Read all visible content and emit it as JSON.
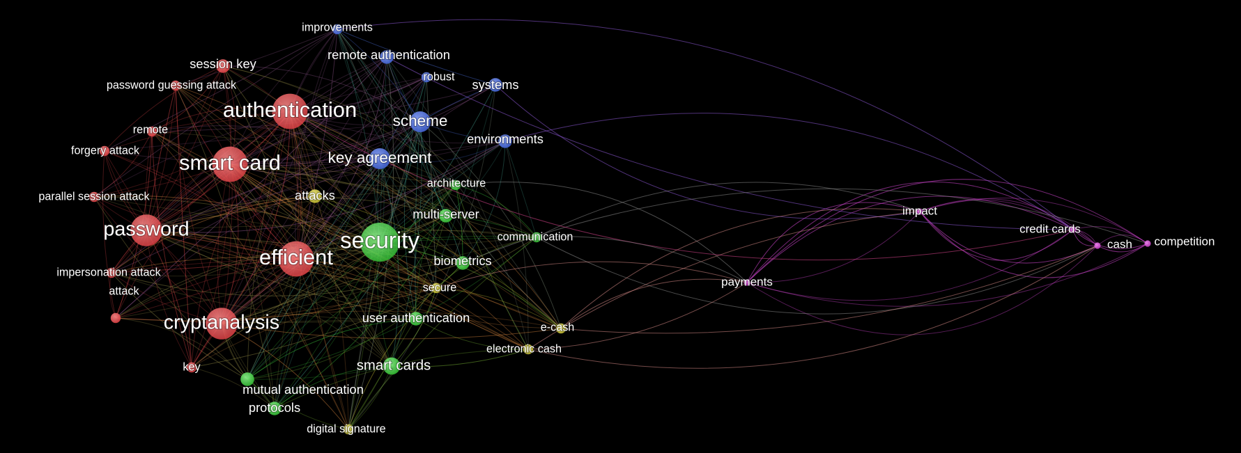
{
  "map": {
    "clusters": [
      {
        "id": "red",
        "color": "#e8474b"
      },
      {
        "id": "blue",
        "color": "#4a6fe0"
      },
      {
        "id": "green",
        "color": "#3ecf3e"
      },
      {
        "id": "yellow",
        "color": "#d6cf36"
      },
      {
        "id": "purple",
        "color": "#d948d9"
      }
    ],
    "terms": [
      {
        "label": "improvements",
        "cluster": "blue",
        "weight": 2
      },
      {
        "label": "remote authentication",
        "cluster": "blue",
        "weight": 3
      },
      {
        "label": "session key",
        "cluster": "red",
        "weight": 3
      },
      {
        "label": "password guessing attack",
        "cluster": "red",
        "weight": 2
      },
      {
        "label": "robust",
        "cluster": "blue",
        "weight": 2
      },
      {
        "label": "systems",
        "cluster": "blue",
        "weight": 3
      },
      {
        "label": "authentication",
        "cluster": "red",
        "weight": 9
      },
      {
        "label": "remote",
        "cluster": "red",
        "weight": 2
      },
      {
        "label": "scheme",
        "cluster": "blue",
        "weight": 5
      },
      {
        "label": "environments",
        "cluster": "blue",
        "weight": 3
      },
      {
        "label": "forgery attack",
        "cluster": "red",
        "weight": 2
      },
      {
        "label": "smart card",
        "cluster": "red",
        "weight": 9
      },
      {
        "label": "key agreement",
        "cluster": "blue",
        "weight": 5
      },
      {
        "label": "architecture",
        "cluster": "green",
        "weight": 2
      },
      {
        "label": "parallel session attack",
        "cluster": "red",
        "weight": 2
      },
      {
        "label": "attacks",
        "cluster": "yellow",
        "weight": 3
      },
      {
        "label": "multi-server",
        "cluster": "green",
        "weight": 3
      },
      {
        "label": "password",
        "cluster": "red",
        "weight": 8
      },
      {
        "label": "security",
        "cluster": "green",
        "weight": 10
      },
      {
        "label": "efficient",
        "cluster": "red",
        "weight": 9
      },
      {
        "label": "communication",
        "cluster": "green",
        "weight": 2
      },
      {
        "label": "biometrics",
        "cluster": "green",
        "weight": 3
      },
      {
        "label": "impersonation attack",
        "cluster": "red",
        "weight": 2
      },
      {
        "label": "attack",
        "cluster": "red",
        "weight": 2
      },
      {
        "label": "secure",
        "cluster": "yellow",
        "weight": 2
      },
      {
        "label": "user authentication",
        "cluster": "green",
        "weight": 3
      },
      {
        "label": "cryptanalysis",
        "cluster": "red",
        "weight": 8
      },
      {
        "label": "e-cash",
        "cluster": "yellow",
        "weight": 2
      },
      {
        "label": "electronic cash",
        "cluster": "yellow",
        "weight": 2
      },
      {
        "label": "key",
        "cluster": "red",
        "weight": 2
      },
      {
        "label": "smart cards",
        "cluster": "green",
        "weight": 4
      },
      {
        "label": "mutual authentication",
        "cluster": "green",
        "weight": 3
      },
      {
        "label": "protocols",
        "cluster": "green",
        "weight": 3
      },
      {
        "label": "digital signature",
        "cluster": "yellow",
        "weight": 2
      },
      {
        "label": "impact",
        "cluster": "purple",
        "weight": 1
      },
      {
        "label": "credit cards",
        "cluster": "purple",
        "weight": 1
      },
      {
        "label": "cash",
        "cluster": "purple",
        "weight": 1
      },
      {
        "label": "competition",
        "cluster": "purple",
        "weight": 1
      },
      {
        "label": "payments",
        "cluster": "purple",
        "weight": 1
      }
    ]
  }
}
